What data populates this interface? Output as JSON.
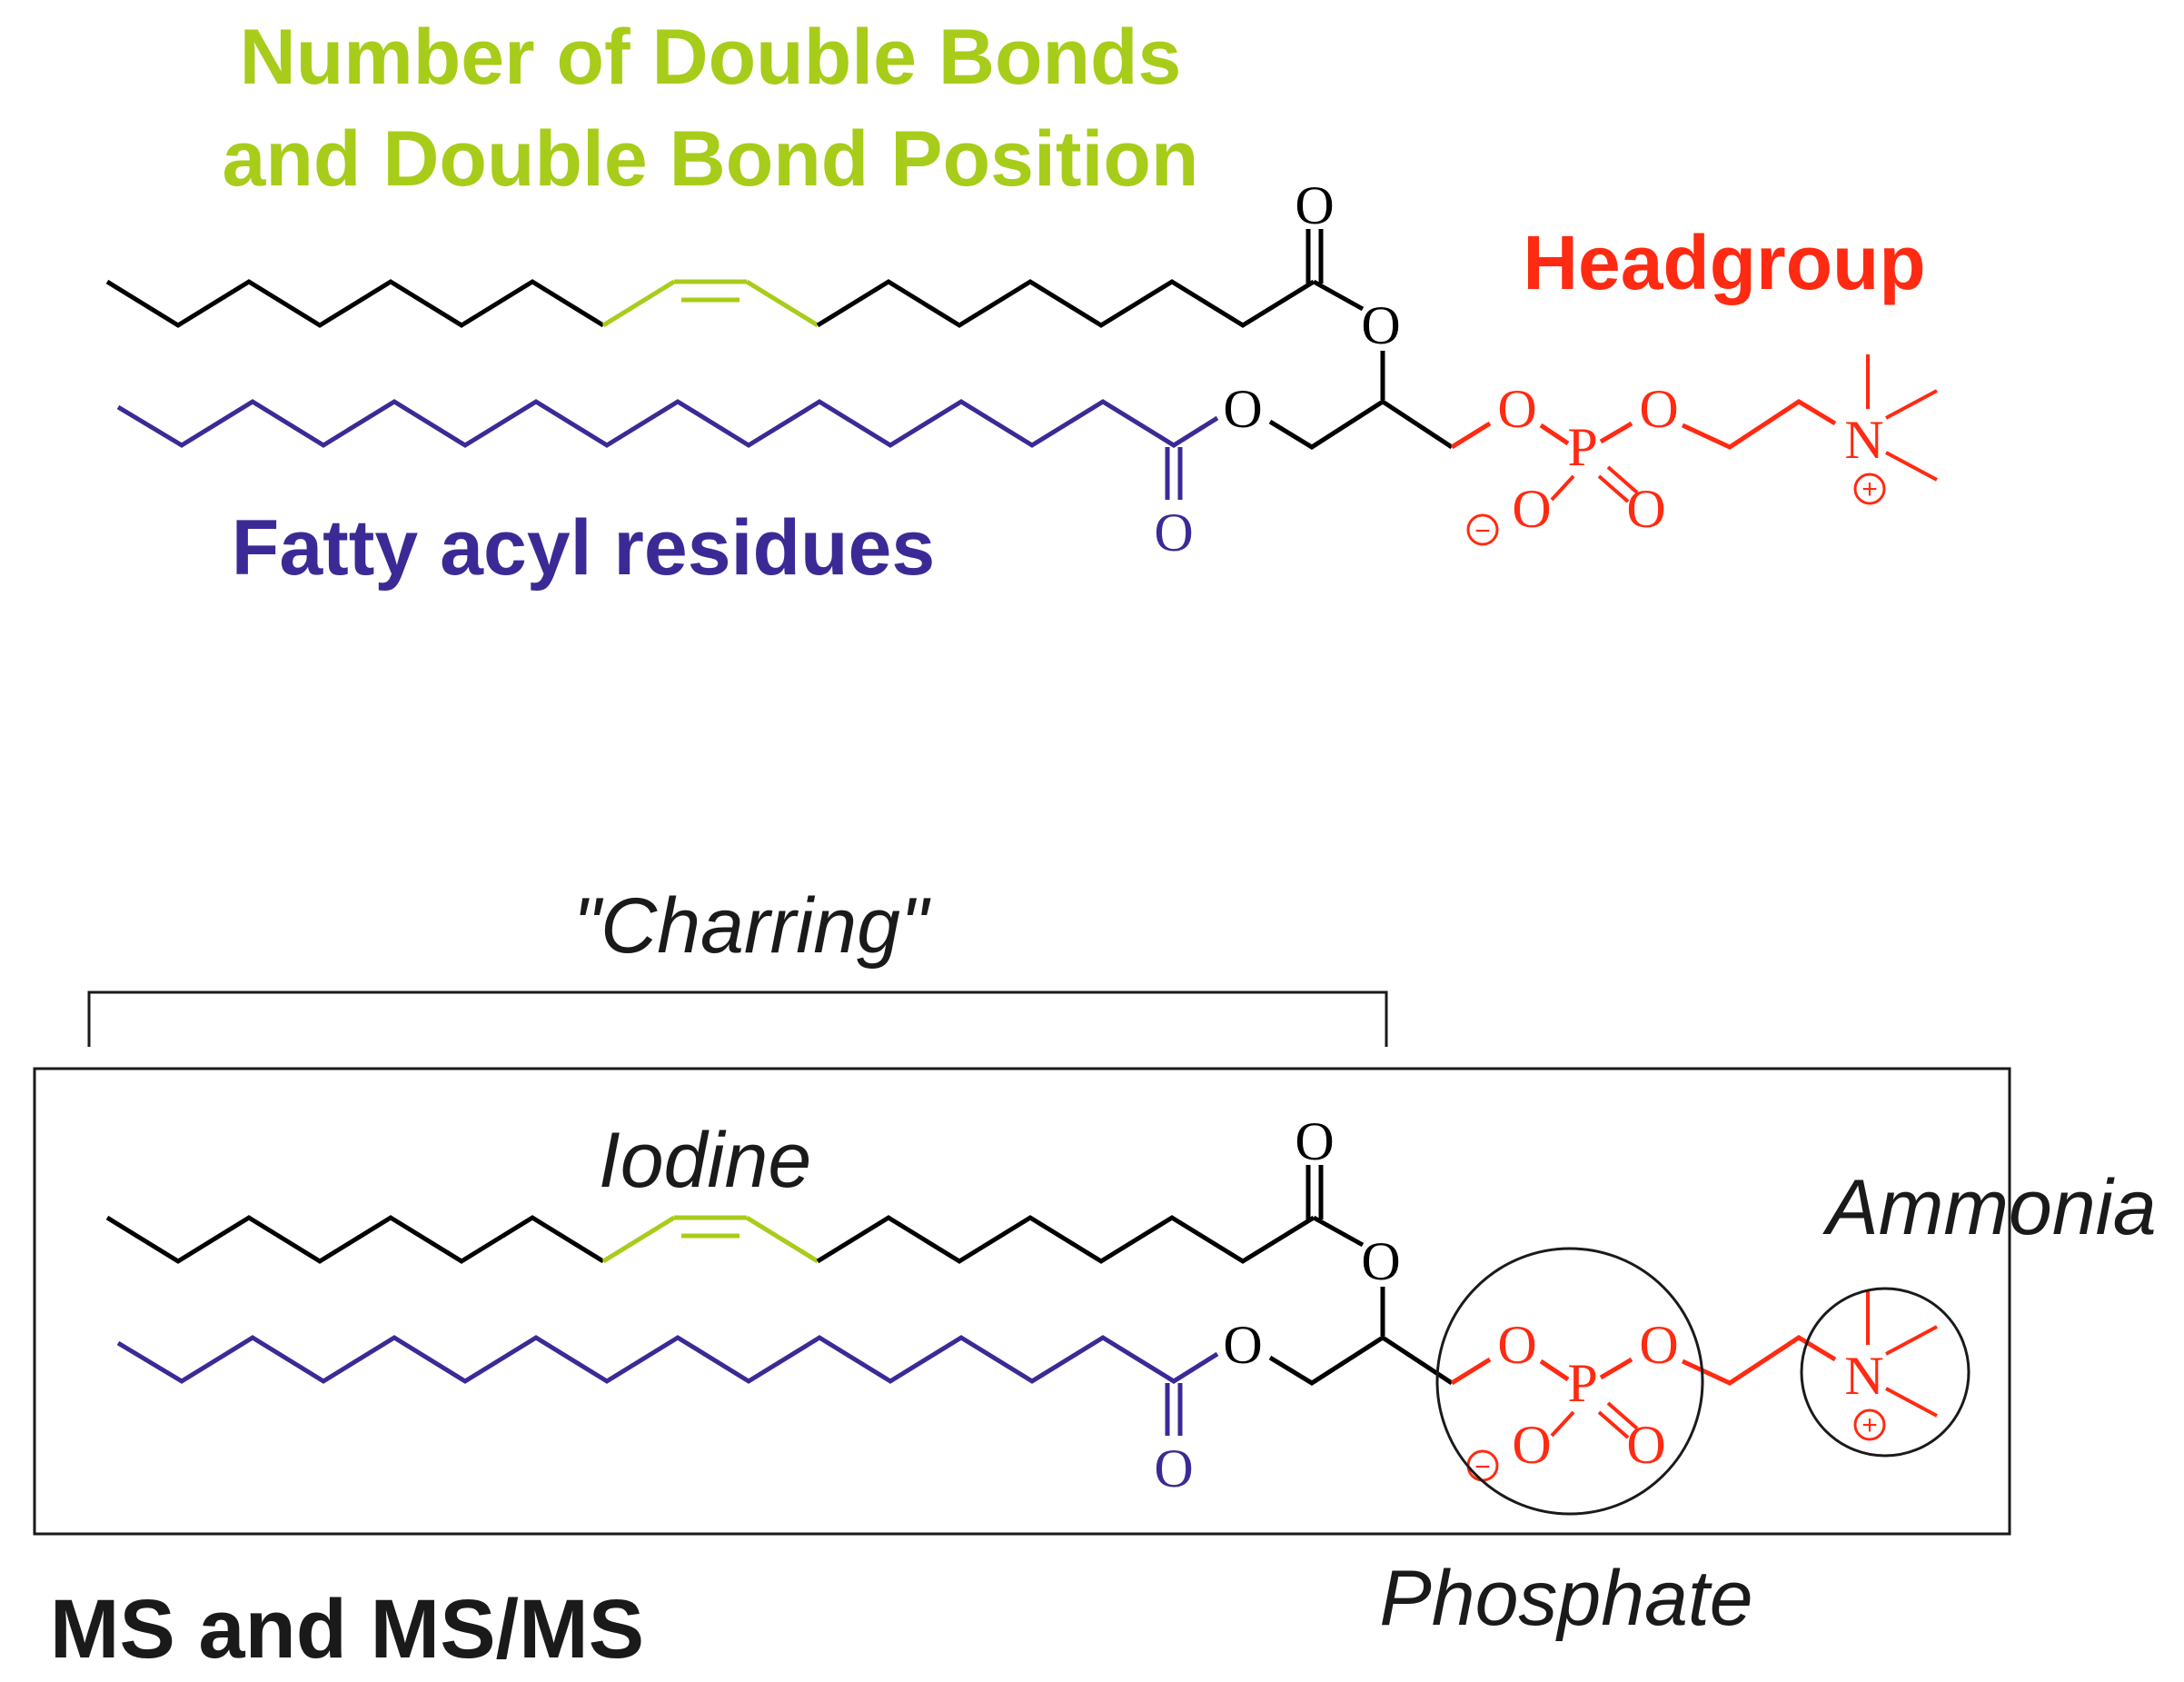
{
  "labels": {
    "double_bonds_line1": "Number of Double Bonds",
    "double_bonds_line2": "and Double Bond Position",
    "headgroup": "Headgroup",
    "fatty_acyl": "Fatty acyl residues",
    "charring": "\"Charring\"",
    "iodine": "Iodine",
    "ammonia": "Ammonia",
    "phosphate": "Phosphate",
    "ms": "MS and MS/MS"
  },
  "atoms": {
    "oxygen": "O",
    "phosphorus": "P",
    "nitrogen": "N",
    "plus": "+",
    "minus": "−"
  },
  "colors": {
    "double_bond": "#a8cc1a",
    "headgroup": "#ff2a12",
    "fatty_acyl": "#3b2a96",
    "backbone": "#000000",
    "text": "#1a1a1a"
  }
}
